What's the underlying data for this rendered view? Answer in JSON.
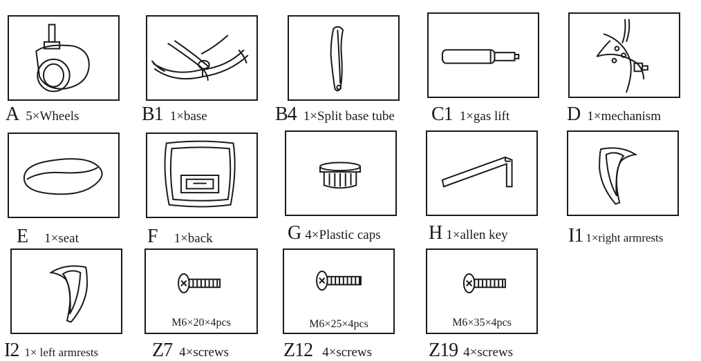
{
  "parts": [
    {
      "code": "A",
      "desc": "5×Wheels"
    },
    {
      "code": "B1",
      "desc": "1×base"
    },
    {
      "code": "B4",
      "desc": "1×Split base tube"
    },
    {
      "code": "C1",
      "desc": "1×gas lift"
    },
    {
      "code": "D",
      "desc": "1×mechanism"
    },
    {
      "code": "E",
      "desc": "1×seat"
    },
    {
      "code": "F",
      "desc": "1×back"
    },
    {
      "code": "G",
      "desc": "4×Plastic caps"
    },
    {
      "code": "H",
      "desc": "1×allen key"
    },
    {
      "code": "I1",
      "desc": "1×right armrests"
    },
    {
      "code": "I2",
      "desc": "1× left armrests"
    },
    {
      "code": "Z7",
      "desc": "4×screws",
      "spec": "M6×20×4pcs"
    },
    {
      "code": "Z12",
      "desc": "4×screws",
      "spec": "M6×25×4pcs"
    },
    {
      "code": "Z19",
      "desc": "4×screws",
      "spec": "M6×35×4pcs"
    }
  ]
}
